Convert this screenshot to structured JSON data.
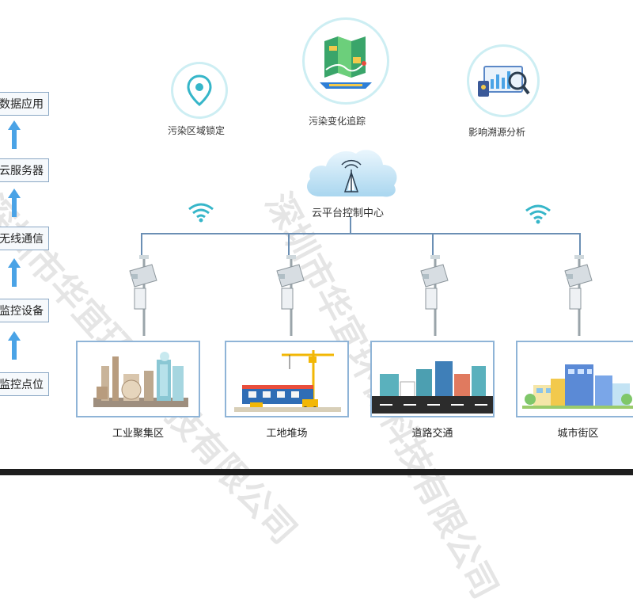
{
  "pipeline": {
    "steps": [
      "数据应用",
      "云服务器",
      "无线通信",
      "监控设备",
      "监控点位"
    ]
  },
  "top_features": [
    {
      "label": "污染区域锁定",
      "icon": "location-pin-icon"
    },
    {
      "label": "污染变化追踪",
      "icon": "map-tracking-icon"
    },
    {
      "label": "影响溯源分析",
      "icon": "analytics-search-icon"
    }
  ],
  "cloud": {
    "label": "云平台控制中心",
    "icon": "cloud-antenna-icon"
  },
  "wifi_icons": [
    "wifi-icon",
    "wifi-icon"
  ],
  "scenes": [
    {
      "label": "工业聚集区",
      "icon": "factory-icon"
    },
    {
      "label": "工地堆场",
      "icon": "construction-site-icon"
    },
    {
      "label": "道路交通",
      "icon": "road-traffic-icon"
    },
    {
      "label": "城市街区",
      "icon": "city-block-icon"
    }
  ],
  "watermark": "深圳市华宜环保科技有限公司",
  "colors": {
    "accent": "#4aa3e6",
    "line": "#6b8fb4",
    "teal": "#36b6c9"
  }
}
